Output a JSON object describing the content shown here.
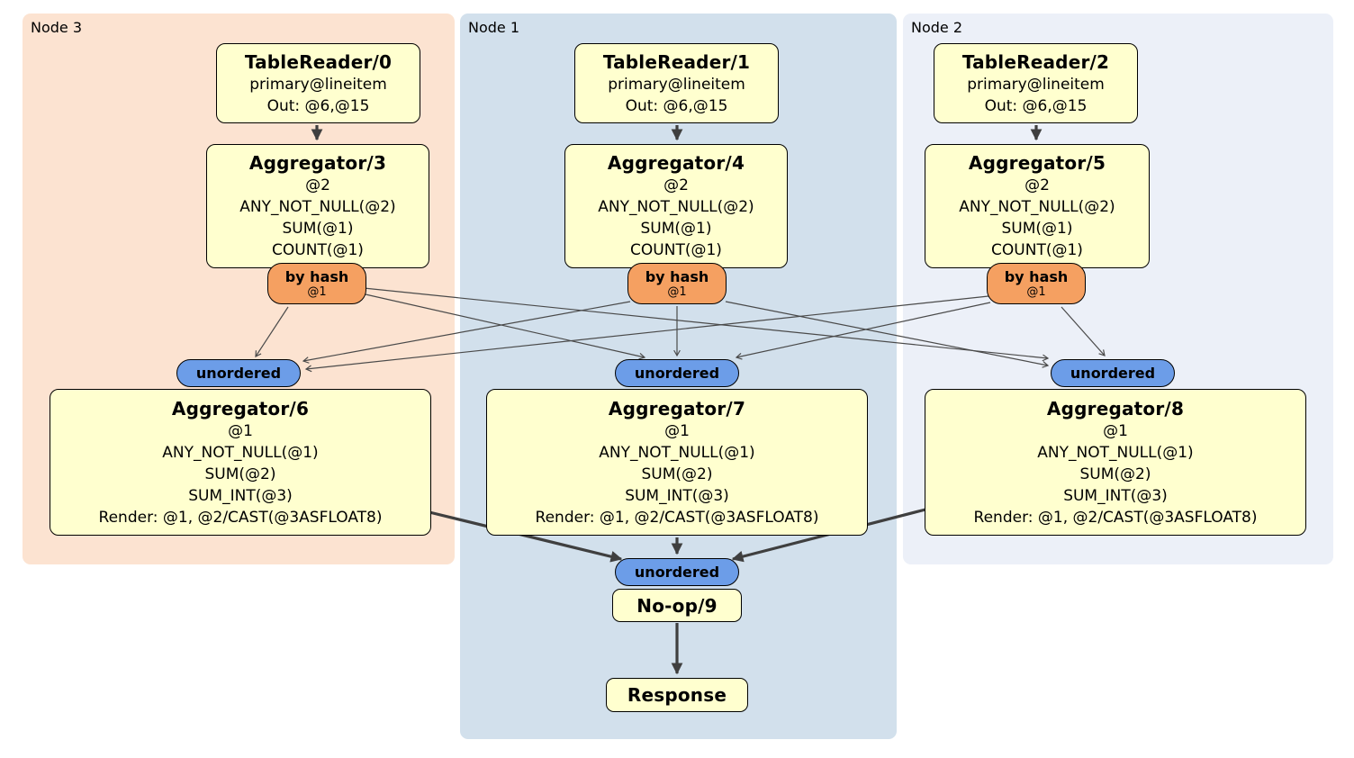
{
  "regions": {
    "node3": "Node 3",
    "node1": "Node 1",
    "node2": "Node 2"
  },
  "processors": {
    "tr0": {
      "title": "TableReader/0",
      "lines": [
        "primary@lineitem",
        "Out: @6,@15"
      ]
    },
    "tr1": {
      "title": "TableReader/1",
      "lines": [
        "primary@lineitem",
        "Out: @6,@15"
      ]
    },
    "tr2": {
      "title": "TableReader/2",
      "lines": [
        "primary@lineitem",
        "Out: @6,@15"
      ]
    },
    "agg3": {
      "title": "Aggregator/3",
      "lines": [
        "@2",
        "ANY_NOT_NULL(@2)",
        "SUM(@1)",
        "COUNT(@1)"
      ]
    },
    "agg4": {
      "title": "Aggregator/4",
      "lines": [
        "@2",
        "ANY_NOT_NULL(@2)",
        "SUM(@1)",
        "COUNT(@1)"
      ]
    },
    "agg5": {
      "title": "Aggregator/5",
      "lines": [
        "@2",
        "ANY_NOT_NULL(@2)",
        "SUM(@1)",
        "COUNT(@1)"
      ]
    },
    "agg6": {
      "title": "Aggregator/6",
      "lines": [
        "@1",
        "ANY_NOT_NULL(@1)",
        "SUM(@2)",
        "SUM_INT(@3)",
        "Render: @1, @2/CAST(@3ASFLOAT8)"
      ]
    },
    "agg7": {
      "title": "Aggregator/7",
      "lines": [
        "@1",
        "ANY_NOT_NULL(@1)",
        "SUM(@2)",
        "SUM_INT(@3)",
        "Render: @1, @2/CAST(@3ASFLOAT8)"
      ]
    },
    "agg8": {
      "title": "Aggregator/8",
      "lines": [
        "@1",
        "ANY_NOT_NULL(@1)",
        "SUM(@2)",
        "SUM_INT(@3)",
        "Render: @1, @2/CAST(@3ASFLOAT8)"
      ]
    },
    "noop": {
      "title": "No-op/9"
    },
    "response": {
      "title": "Response"
    }
  },
  "router": {
    "title": "by hash",
    "arg": "@1"
  },
  "stream": {
    "label": "unordered"
  },
  "colors": {
    "node3_bg": "#FCE3D1",
    "node1_bg": "#D2E0EC",
    "node2_bg": "#ECF0F8",
    "processor_fill": "#FFFFCF",
    "hash_router_fill": "#F5A061",
    "unordered_stream_fill": "#6C9DE8",
    "edge": "#3f3f3f",
    "border": "#000000"
  }
}
